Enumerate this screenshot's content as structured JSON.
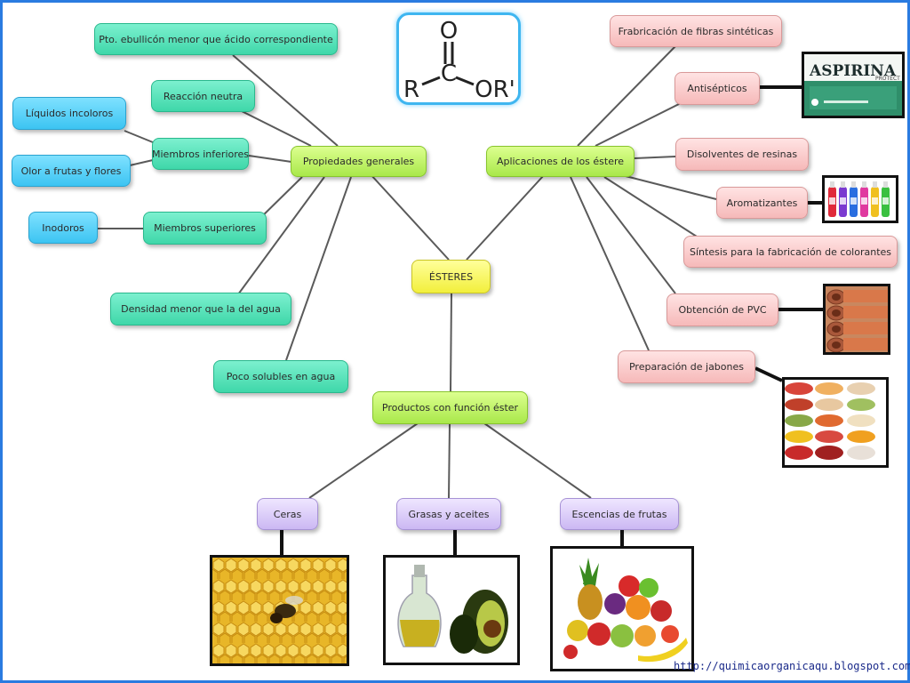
{
  "diagram": {
    "center": "ÉSTERES",
    "formula": {
      "top": "O",
      "center": "C",
      "left": "R",
      "right": "OR'"
    },
    "branches": {
      "propiedades": {
        "label": "Propiedades generales",
        "items": {
          "ebullicion": "Pto. ebullicón menor que ácido correspondiente",
          "reaccion": "Reacción neutra",
          "inferiores": "Miembros inferiores",
          "liquidos": "Líquidos incoloros",
          "olor": "Olor a frutas y flores",
          "superiores": "Miembros superiores",
          "inodoros": "Inodoros",
          "densidad": "Densidad menor que la del agua",
          "solubles": "Poco solubles en agua"
        }
      },
      "aplicaciones": {
        "label": "Aplicaciones de los éstere",
        "items": {
          "fibras": "Frabricación de fibras sintéticas",
          "antisepticos": "Antisépticos",
          "disolventes": "Disolventes de resinas",
          "aromatizantes": "Aromatizantes",
          "colorantes": "Síntesis para la fabricación de colorantes",
          "pvc": "Obtención de PVC",
          "jabones": "Preparación de jabones"
        }
      },
      "productos": {
        "label": "Productos con función éster",
        "items": {
          "ceras": "Ceras",
          "grasas": "Grasas y aceites",
          "escencias": "Escencias de frutas"
        }
      }
    },
    "aspirina": {
      "brand": "ASPIRINA",
      "sub": "PROTECT"
    },
    "url": "http://quimicaorganicaqu.blogspot.com/"
  }
}
